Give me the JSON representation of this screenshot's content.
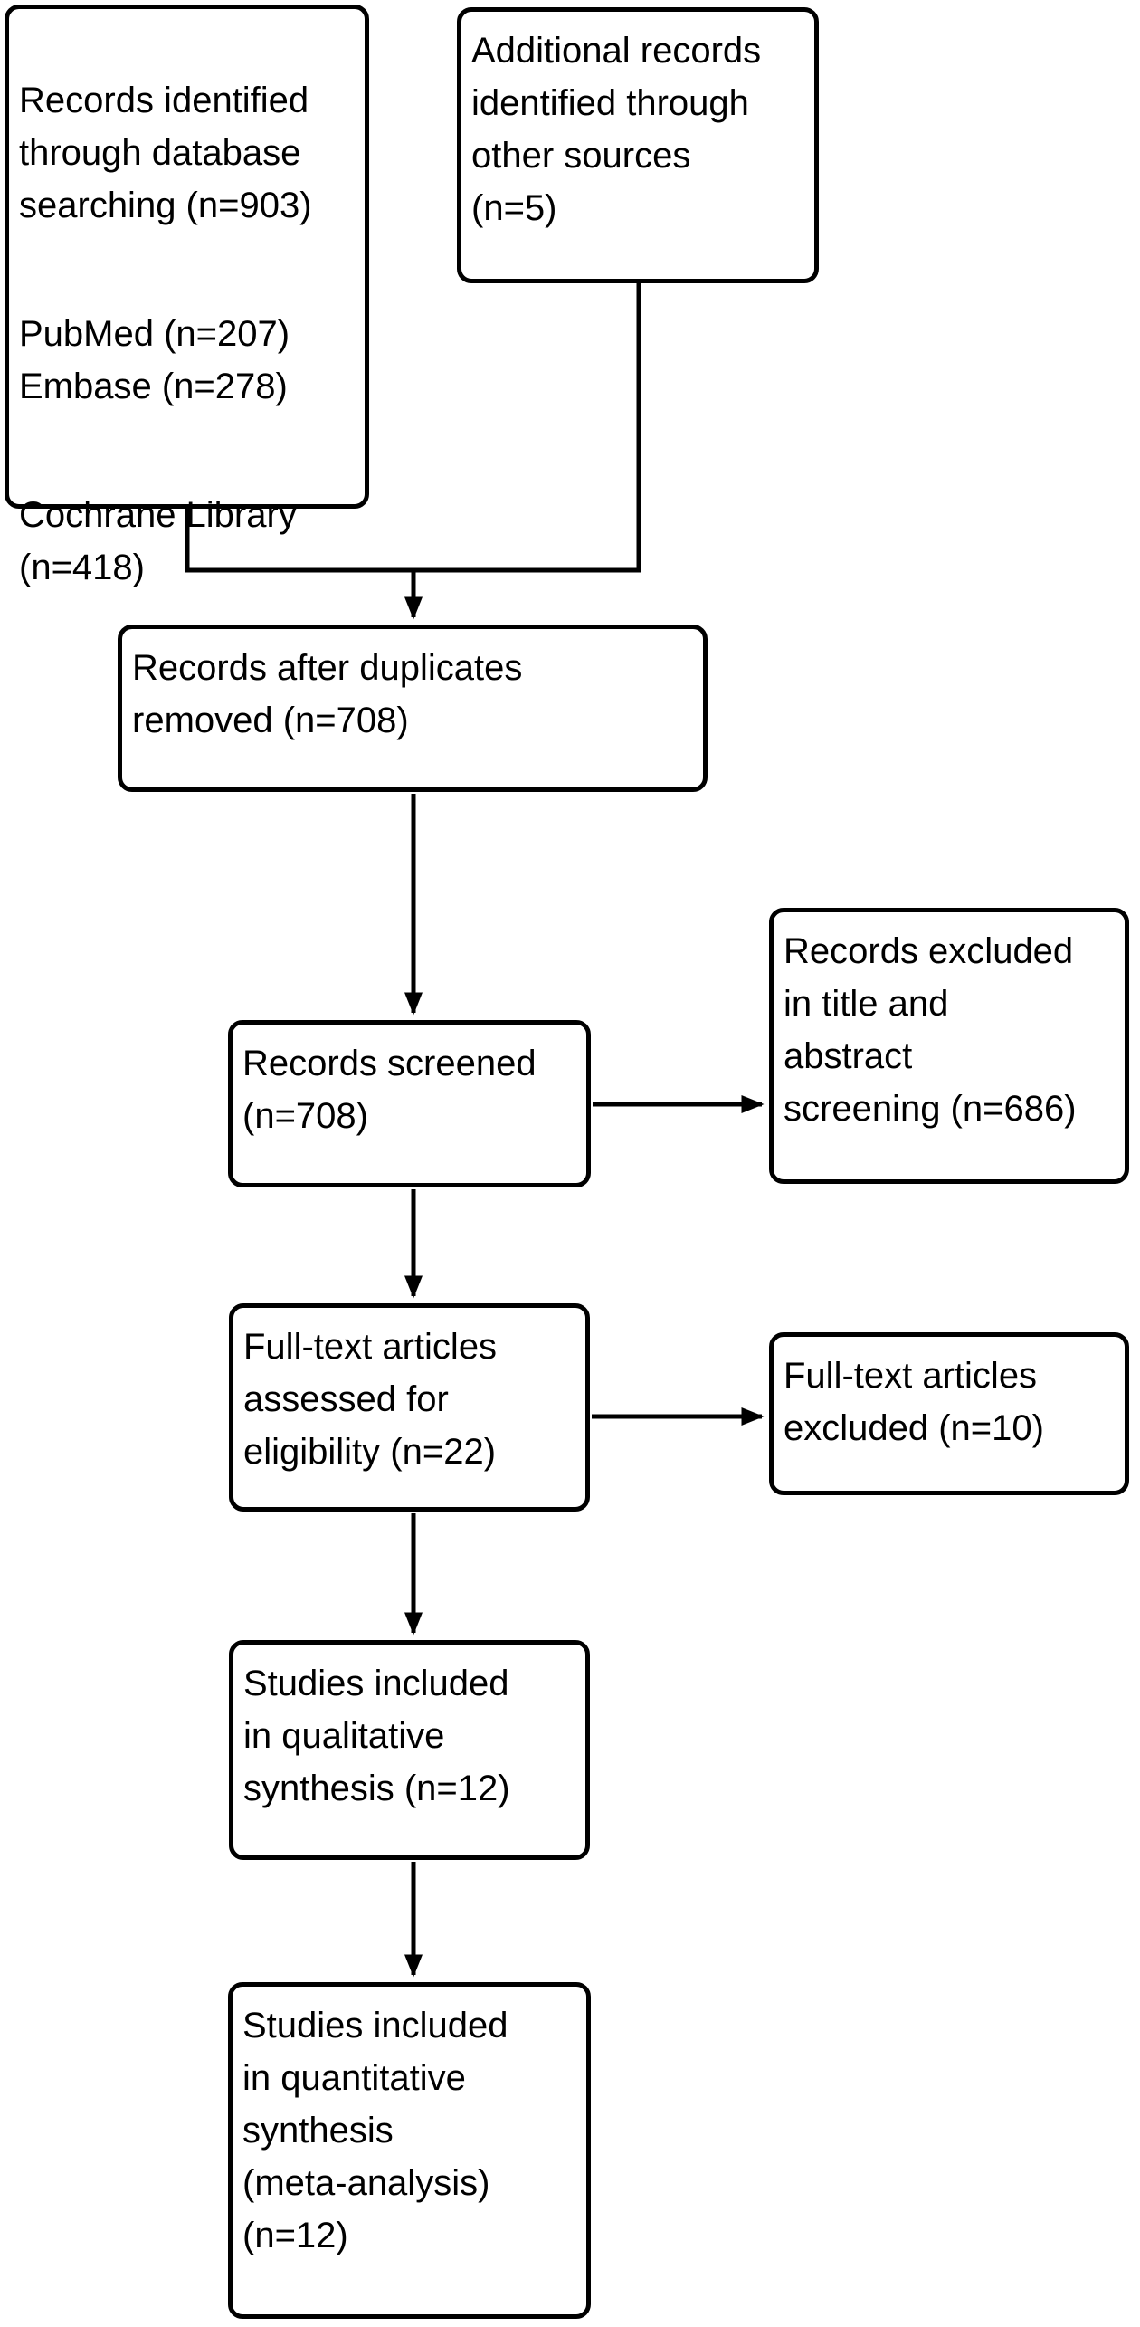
{
  "colors": {
    "background": "#ffffff",
    "line": "#000000",
    "text": "#000000"
  },
  "boxes": {
    "identification_db": {
      "p1": "Records identified\nthrough database\nsearching (n=903)",
      "p2": "PubMed (n=207)\nEmbase (n=278)",
      "p3": "Cochrane Library\n(n=418)"
    },
    "identification_other": {
      "text": "Additional records\nidentified through\nother sources\n(n=5)"
    },
    "duplicates_removed": {
      "text": "Records after duplicates\nremoved (n=708)"
    },
    "records_screened": {
      "text": "Records screened\n(n=708)"
    },
    "records_excluded": {
      "text": "Records excluded\nin title and\nabstract\nscreening (n=686)"
    },
    "fulltext_assessed": {
      "text": "Full-text articles\nassessed for\neligibility (n=22)"
    },
    "fulltext_excluded": {
      "text": "Full-text articles\nexcluded (n=10)"
    },
    "qualitative_synthesis": {
      "text": "Studies included\nin qualitative\nsynthesis (n=12)"
    },
    "quantitative_synthesis": {
      "text": "Studies included\nin quantitative\nsynthesis\n(meta-analysis)\n(n=12)"
    }
  }
}
